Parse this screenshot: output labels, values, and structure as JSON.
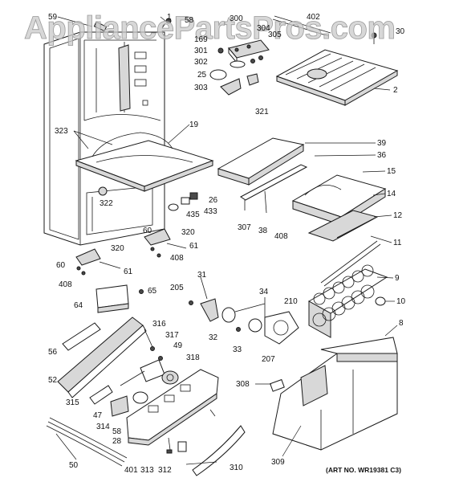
{
  "watermark": "AppliancePartsPros.com",
  "art_number": "(ART NO. WR19381 C3)",
  "part_labels": [
    "59",
    "1",
    "58",
    "300",
    "402",
    "30",
    "169",
    "301",
    "302",
    "304",
    "305",
    "25",
    "303",
    "321",
    "2",
    "323",
    "19",
    "39",
    "36",
    "15",
    "14",
    "12",
    "11",
    "9",
    "10",
    "8",
    "26",
    "433",
    "435",
    "322",
    "320",
    "61",
    "60",
    "408",
    "64",
    "65",
    "31",
    "205",
    "34",
    "210",
    "32",
    "33",
    "207",
    "307",
    "38",
    "316",
    "317",
    "49",
    "318",
    "56",
    "52",
    "315",
    "47",
    "314",
    "58",
    "28",
    "308",
    "309",
    "50",
    "401",
    "313",
    "312",
    "310"
  ]
}
